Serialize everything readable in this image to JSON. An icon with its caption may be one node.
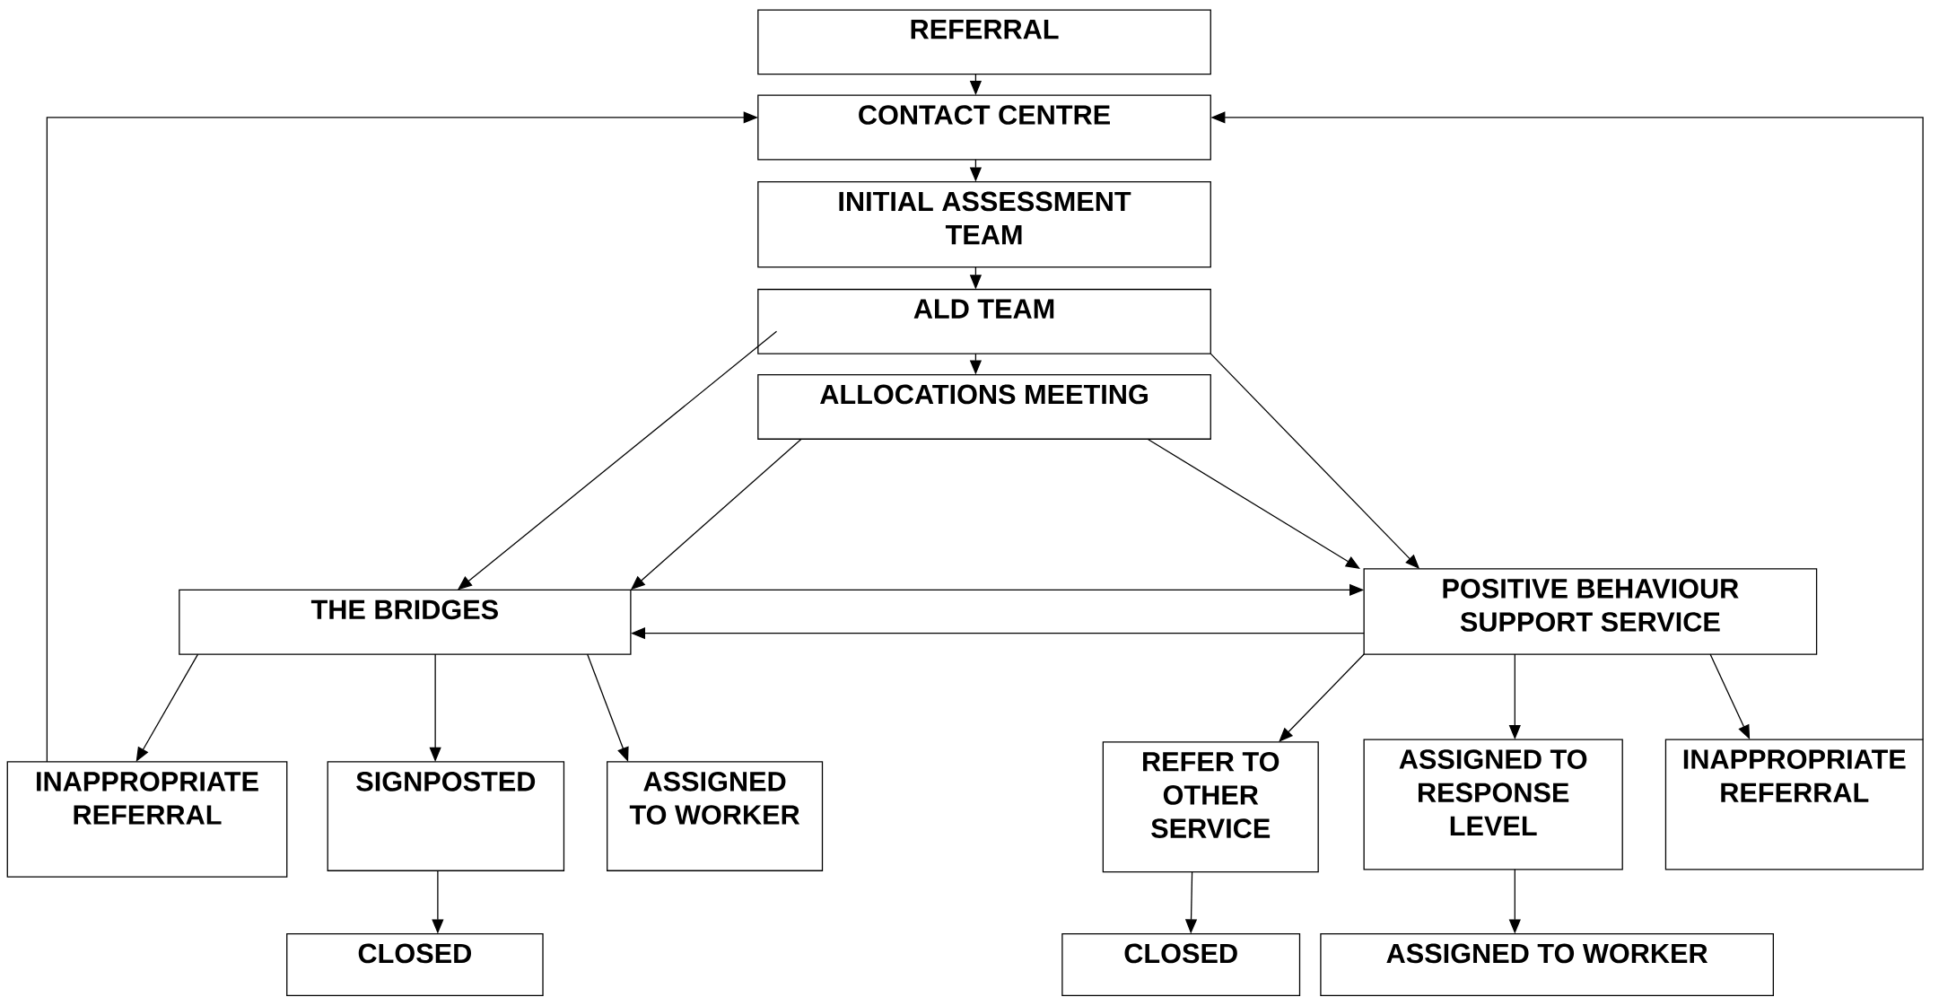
{
  "diagram": {
    "nodes": [
      {
        "text": [
          "REFERRAL"
        ]
      },
      {
        "text": [
          "CONTACT CENTRE"
        ]
      },
      {
        "text": [
          "INITIAL ASSESSMENT TEAM"
        ]
      },
      {
        "text": [
          "ALD TEAM"
        ]
      },
      {
        "text": [
          "ALLOCATIONS MEETING"
        ]
      },
      {
        "text": [
          "THE BRIDGES"
        ]
      },
      {
        "text": [
          "POSITIVE BEHAVIOUR SUPPORT SERVICE"
        ]
      },
      {
        "text": [
          "INAPPROPRIATE REFERRAL"
        ]
      },
      {
        "text": [
          "SIGNPOSTED"
        ]
      },
      {
        "text": [
          "ASSIGNED TO WORKER"
        ]
      },
      {
        "text": [
          "REFER TO OTHER SERVICE"
        ]
      },
      {
        "text": [
          "ASSIGNED TO RESPONSE LEVEL"
        ]
      },
      {
        "text": [
          "INAPPROPRIATE REFERRAL"
        ]
      },
      {
        "text": [
          "CLOSED"
        ]
      },
      {
        "text": [
          "CLOSED"
        ]
      },
      {
        "text": [
          "ASSIGNED TO WORKER"
        ]
      }
    ],
    "edges": [
      {
        "from": 0,
        "to": 1,
        "arrow": "to"
      },
      {
        "from": 1,
        "to": 2,
        "arrow": "to"
      },
      {
        "from": 2,
        "to": 3,
        "arrow": "to"
      },
      {
        "from": 3,
        "to": 4,
        "arrow": "to"
      },
      {
        "from": 3,
        "to": 5,
        "arrow": "to"
      },
      {
        "from": 4,
        "to": 5,
        "arrow": "to"
      },
      {
        "from": 4,
        "to": 6,
        "arrow": "to"
      },
      {
        "from": 3,
        "to": 6,
        "arrow": "to"
      },
      {
        "from": 5,
        "to": 6,
        "arrow": "to"
      },
      {
        "from": 6,
        "to": 5,
        "arrow": "to"
      },
      {
        "from": 5,
        "to": 7,
        "arrow": "to"
      },
      {
        "from": 5,
        "to": 8,
        "arrow": "to"
      },
      {
        "from": 5,
        "to": 9,
        "arrow": "to"
      },
      {
        "from": 6,
        "to": 10,
        "arrow": "to"
      },
      {
        "from": 6,
        "to": 11,
        "arrow": "to"
      },
      {
        "from": 6,
        "to": 12,
        "arrow": "to"
      },
      {
        "from": 7,
        "to": 1,
        "arrow": "to"
      },
      {
        "from": 12,
        "to": 1,
        "arrow": "to"
      },
      {
        "from": 8,
        "to": 13,
        "arrow": "to"
      },
      {
        "from": 10,
        "to": 14,
        "arrow": "to"
      },
      {
        "from": 11,
        "to": 15,
        "arrow": "to"
      }
    ]
  }
}
